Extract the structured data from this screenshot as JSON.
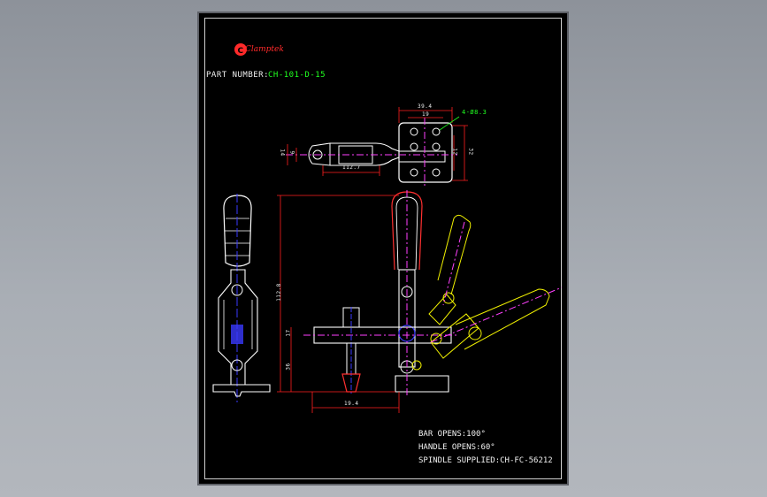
{
  "title_block": {
    "brand": "Clamptek",
    "part_label": "PART NUMBER:",
    "part_number": "CH-101-D-15"
  },
  "dimensions": {
    "top_width_outer": "39.4",
    "top_width_inner": "19",
    "hole_callout": "4-Ø8.3",
    "top_height_outer": "32",
    "top_height_inner": "12",
    "handle_length": "112.7",
    "handle_dia_1": "14",
    "handle_dia_2": "9",
    "total_height": "112.8",
    "spindle_height": "17",
    "base_height": "36",
    "base_width": "19.4"
  },
  "notes": [
    "BAR OPENS:100°",
    "HANDLE OPENS:60°",
    "SPINDLE SUPPLIED:CH-FC-56212"
  ],
  "colors": {
    "background": "#000000",
    "outline": "#ffffff",
    "dimension": "#ff2020",
    "center": "#ff40ff",
    "alt_view": "#f0f000",
    "hidden": "#3a3aff",
    "callout": "#20ff20",
    "brand": "#ff2a2a"
  }
}
